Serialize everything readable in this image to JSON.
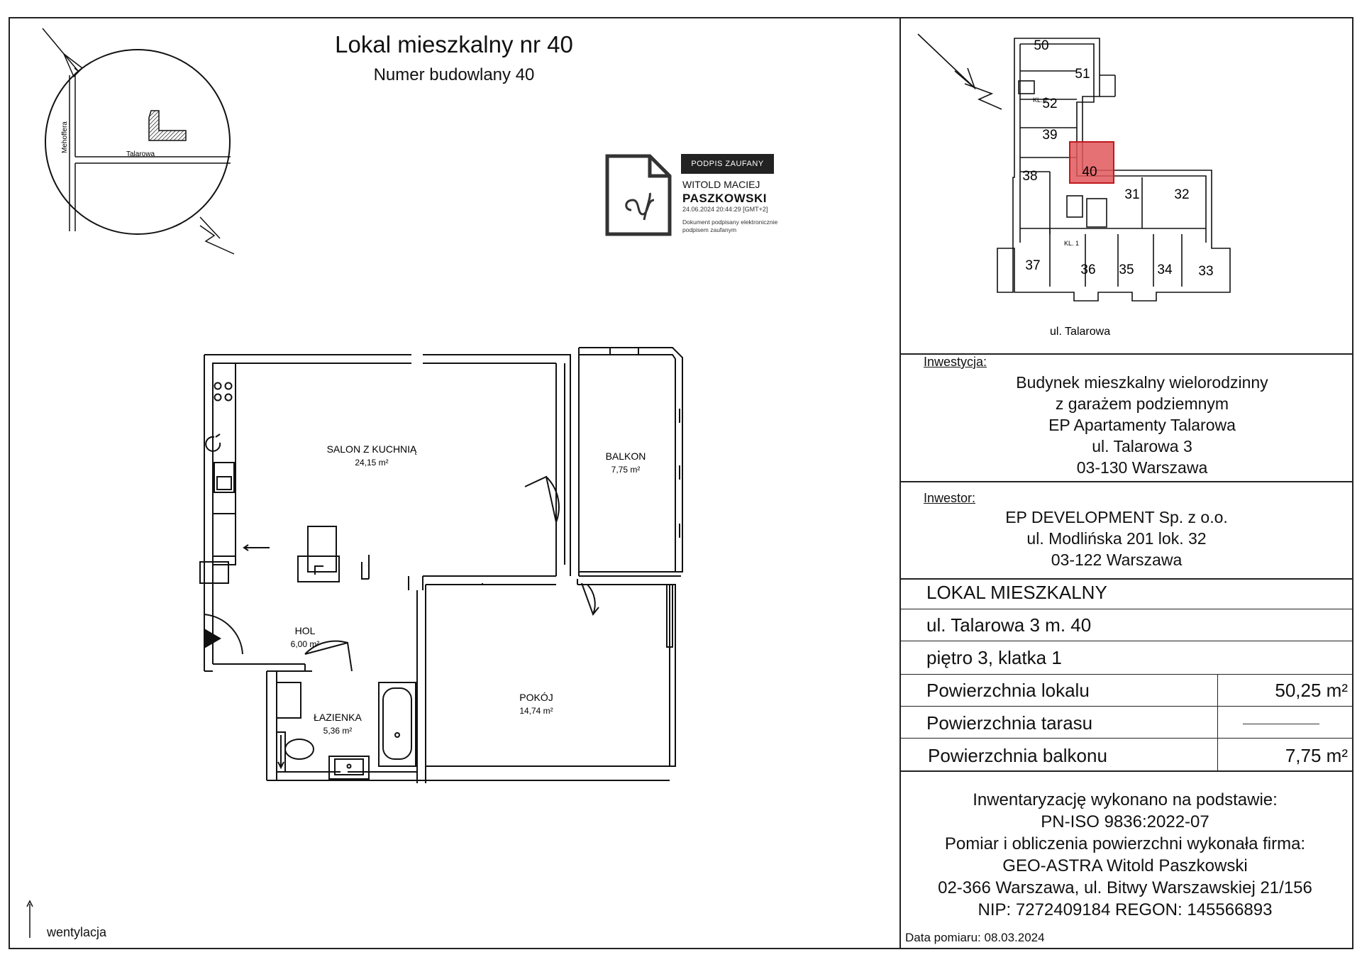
{
  "header": {
    "title": "Lokal mieszkalny nr 40",
    "subtitle": "Numer budowlany 40"
  },
  "location_map": {
    "street_a": "Mehoffera",
    "street_b": "Talarowa"
  },
  "signature": {
    "tag": "PODPIS ZAUFANY",
    "name_line1": "WITOLD MACIEJ",
    "name_line2": "PASZKOWSKI",
    "timestamp": "24.06.2024 20:44:29 [GMT+2]",
    "note": "Dokument podpisany elektronicznie podpisem zaufanym"
  },
  "floor_plan": {
    "rooms": [
      {
        "name": "SALON Z KUCHNIĄ",
        "area": "24,15 m²"
      },
      {
        "name": "BALKON",
        "area": "7,75 m²"
      },
      {
        "name": "HOL",
        "area": "6,00 m²"
      },
      {
        "name": "ŁAZIENKA",
        "area": "5,36 m²"
      },
      {
        "name": "POKÓJ",
        "area": "14,74 m²"
      }
    ],
    "legend_ventilation": "wentylacja"
  },
  "key_plan": {
    "units": [
      "50",
      "51",
      "52",
      "39",
      "38",
      "40",
      "31",
      "32",
      "37",
      "36",
      "35",
      "34",
      "33"
    ],
    "stair_labels": [
      "KL. 2",
      "KL. 1"
    ],
    "street": "ul. Talarowa",
    "highlight_color": "#e0585c"
  },
  "investment": {
    "label": "Inwestycja:",
    "lines": [
      "Budynek mieszkalny wielorodzinny",
      "z garażem podziemnym",
      "EP Apartamenty Talarowa",
      "ul. Talarowa 3",
      "03-130 Warszawa"
    ]
  },
  "investor": {
    "label": "Inwestor:",
    "lines": [
      "EP DEVELOPMENT Sp. z o.o.",
      "ul. Modlińska 201 lok. 32",
      "03-122 Warszawa"
    ]
  },
  "unit_info": {
    "type": "LOKAL MIESZKALNY",
    "address": "ul. Talarowa 3 m. 40",
    "floor": "piętro 3, klatka 1",
    "area_label": "Powierzchnia lokalu",
    "area_value": "50,25 m²",
    "terrace_label": "Powierzchnia tarasu",
    "terrace_value": "",
    "balcony_label": "Powierzchnia balkonu",
    "balcony_value": "7,75 m²"
  },
  "footer": {
    "lines": [
      "Inwentaryzację wykonano na podstawie:",
      "PN-ISO 9836:2022-07",
      "Pomiar i obliczenia powierzchni wykonała firma:",
      "GEO-ASTRA Witold Paszkowski",
      "02-366 Warszawa, ul. Bitwy Warszawskiej  21/156",
      "NIP: 7272409184 REGON: 145566893"
    ],
    "date": "Data pomiaru: 08.03.2024"
  }
}
